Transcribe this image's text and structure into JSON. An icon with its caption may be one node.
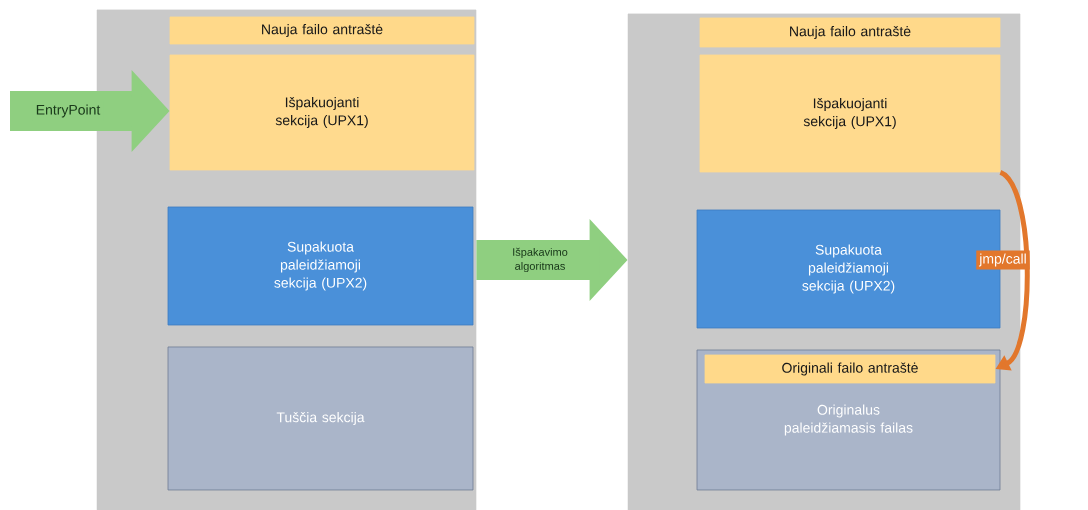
{
  "diagram": {
    "nodes": [
      {
        "text": [],
        "shape": "box"
      },
      {
        "text": [
          "Nauja failo antraštė"
        ],
        "in": 0
      },
      {
        "text": [
          "Išpakuojanti sekcija (UPX1)"
        ],
        "in": 0
      },
      {
        "text": [
          "Supakuota paleidžiamoji sekcija (UPX2)"
        ],
        "in": 0
      },
      {
        "text": [
          "Tuščia sekcija"
        ],
        "in": 0
      },
      {
        "text": [],
        "shape": "box"
      },
      {
        "text": [
          "Nauja failo antraštė"
        ],
        "in": 5
      },
      {
        "text": [
          "Išpakuojanti sekcija (UPX1)"
        ],
        "in": 5
      },
      {
        "text": [
          "Supakuota paleidžiamoji sekcija (UPX2)"
        ],
        "in": 5
      },
      {
        "text": [
          "Originalus paleidžiamasis failas"
        ],
        "in": 5
      },
      {
        "text": [
          "Originali failo antraštė"
        ],
        "in": 9
      }
    ],
    "edges": [
      {
        "from": null,
        "to": 2,
        "arrow": "to",
        "label": "EntryPoint"
      },
      {
        "from": 0,
        "to": 5,
        "arrow": "to",
        "label": "Išpakavimo algoritmas"
      },
      {
        "from": 7,
        "to": 10,
        "arrow": "to",
        "label": "jmp/call",
        "color": "#e2772c"
      }
    ]
  }
}
